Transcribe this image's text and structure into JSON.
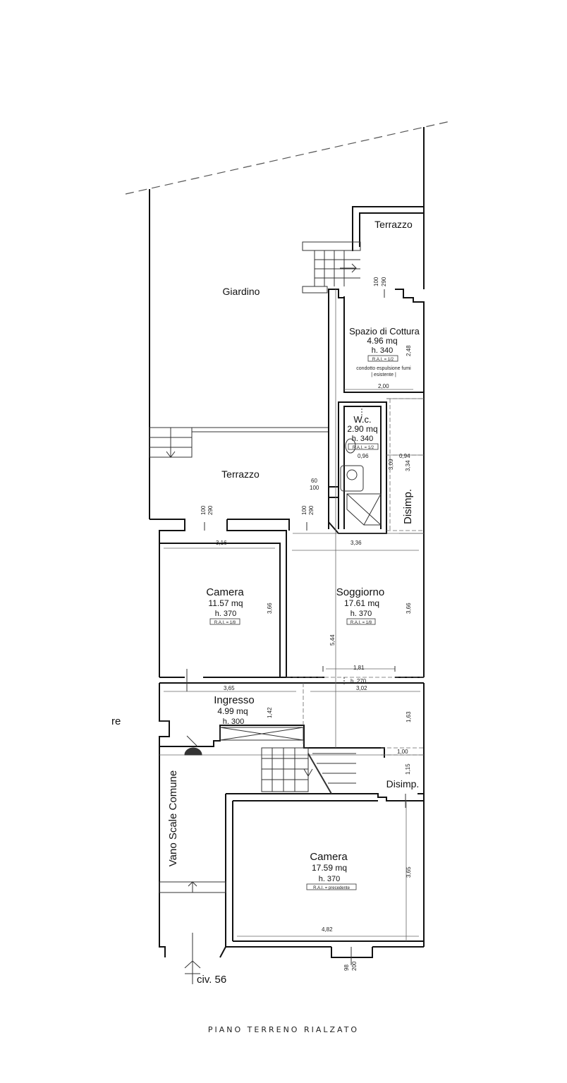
{
  "floor_title": "PIANO TERRENO  RIALZATO",
  "rooms": {
    "giardino": {
      "name": "Giardino"
    },
    "terrazzo_top": {
      "name": "Terrazzo"
    },
    "terrazzo": {
      "name": "Terrazzo"
    },
    "cottura": {
      "name": "Spazio di Cottura",
      "area": "4.96 mq",
      "height": "h. 340",
      "rai": "R.A.I. = 1/2",
      "note1": "condotto espulsione fumi",
      "note2": "| esistente |"
    },
    "wc": {
      "name": "W.c.",
      "area": "2.90 mq",
      "height": "h. 340",
      "rai": "R.A.I. = 1/2"
    },
    "disimp_upper": {
      "name": "Disimp."
    },
    "camera1": {
      "name": "Camera",
      "area": "11.57 mq",
      "height": "h. 370",
      "rai": "R.A.I. = 1/8"
    },
    "soggiorno": {
      "name": "Soggiorno",
      "area": "17.61 mq",
      "height": "h. 370",
      "rai": "R.A.I. = 1/8"
    },
    "ingresso": {
      "name": "Ingresso",
      "area": "4.99 mq",
      "height": "h. 300"
    },
    "vano_scale": {
      "name": "Vano Scale Comune"
    },
    "disimp_lower": {
      "name": "Disimp."
    },
    "camera2": {
      "name": "Camera",
      "area": "17.59 mq",
      "height": "h. 370",
      "rai": "R.A.I. = precedente"
    }
  },
  "street": {
    "civic": "civ. 56",
    "cut_text": "re"
  },
  "dimensions": {
    "d_100a": "100",
    "d_290a": "290",
    "d_248": "2,48",
    "d_200": "2,00",
    "d_096": "0,96",
    "d_094": "0,94",
    "d_309": "3,09",
    "d_334": "3,34",
    "d_60": "60",
    "d_100b": "100",
    "d_100c": "100",
    "d_290c": "290",
    "d_100d": "100",
    "d_290d": "290",
    "d_316": "3,16",
    "d_336": "3,36",
    "d_366a": "3,66",
    "d_366b": "3,66",
    "d_544": "5,44",
    "d_181": "1,81",
    "d_h270": "h. 270",
    "d_365a": "3,65",
    "d_302": "3,02",
    "d_142": "1,42",
    "d_163": "1,63",
    "d_100e": "1,00",
    "d_115": "1,15",
    "d_365b": "3,65",
    "d_482": "4,82",
    "d_98": "98",
    "d_200b": "200"
  }
}
